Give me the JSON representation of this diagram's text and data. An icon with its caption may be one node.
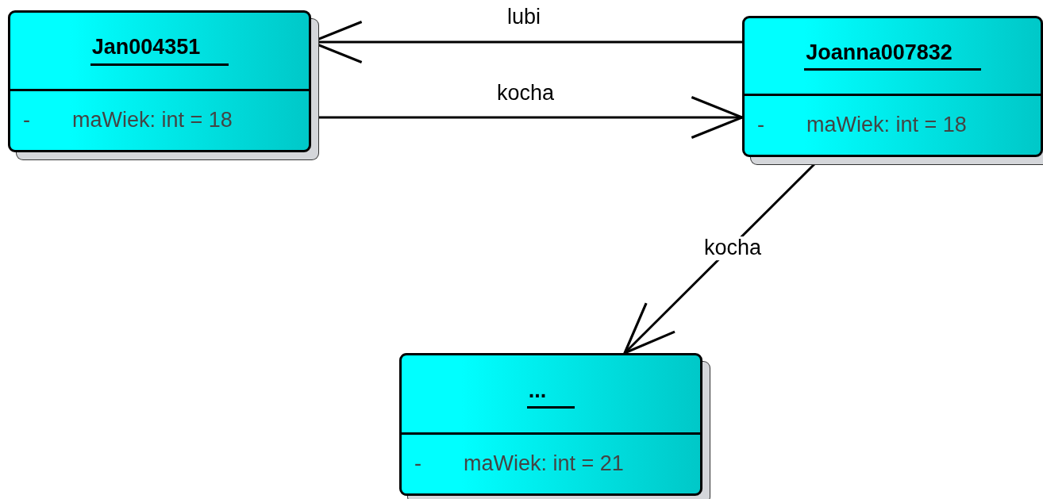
{
  "diagram": {
    "nodes": [
      {
        "text": [
          "Jan004351",
          "-",
          "maWiek: int = 18"
        ]
      },
      {
        "text": [
          "Joanna007832",
          "-",
          "maWiek: int = 18"
        ]
      },
      {
        "text": [
          "...",
          "-",
          "maWiek: int = 21"
        ]
      }
    ],
    "edges": [
      {
        "from": 1,
        "to": 0,
        "arrow": "to",
        "label": "lubi"
      },
      {
        "from": 0,
        "to": 1,
        "arrow": "to",
        "label": "kocha"
      },
      {
        "from": 1,
        "to": 2,
        "arrow": "to",
        "label": "kocha"
      }
    ]
  }
}
